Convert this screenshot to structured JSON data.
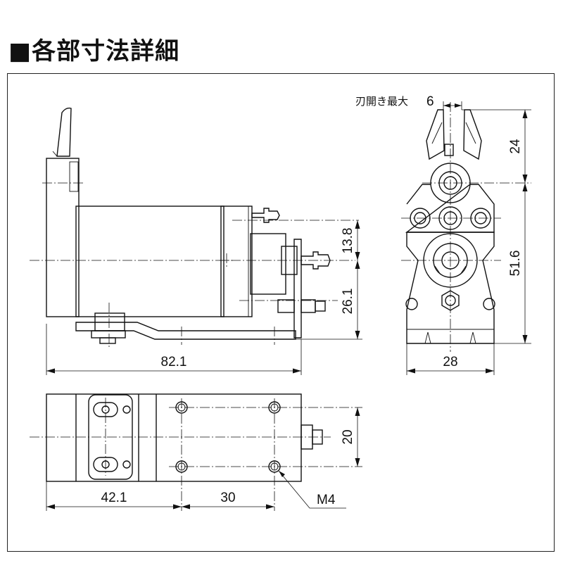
{
  "title": "■各部寸法詳細",
  "dimensions": {
    "side_length": "82.1",
    "side_upper_height": "13.8",
    "side_lower_height": "26.1",
    "front_width": "28",
    "front_jaw_height": "24",
    "front_body_height": "51.6",
    "jaw_opening_label": "刃開き最大",
    "jaw_opening_value": "6",
    "top_left_offset": "42.1",
    "top_hole_pitch": "30",
    "top_width": "20",
    "thread_label": "M4"
  }
}
